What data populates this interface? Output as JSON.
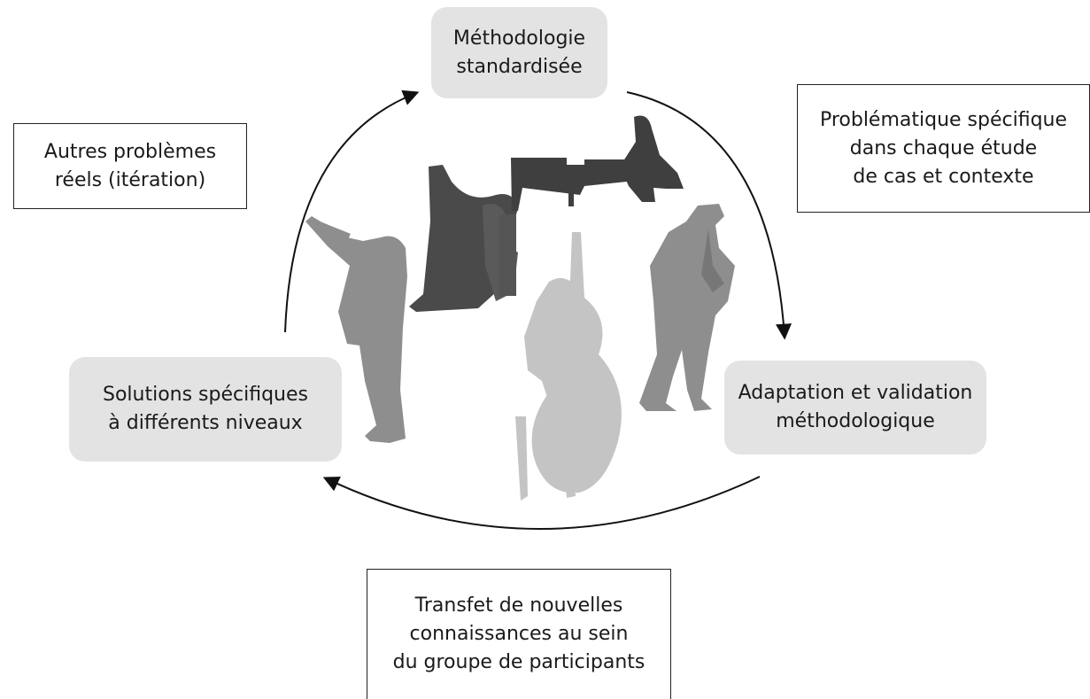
{
  "nodes": {
    "methodology": [
      "Méthodologie",
      "standardisée"
    ],
    "adaptation": [
      "Adaptation et validation",
      "méthodologique"
    ],
    "solutions": [
      "Solutions spécifiques",
      "à différents niveaux"
    ]
  },
  "annotations": {
    "problematic": [
      "Problématique spécifique",
      "dans chaque étude",
      "de cas et contexte"
    ],
    "transfer": [
      "Transfet de nouvelles",
      "connaissances au sein",
      "du groupe de participants"
    ],
    "iteration": [
      "Autres problèmes",
      "réels (itération)"
    ]
  },
  "illustration": {
    "musicians": [
      "harpist-silhouette",
      "pianist-silhouette",
      "trumpeter-silhouette",
      "saxophonist-silhouette",
      "double-bass-player-silhouette"
    ],
    "colors": {
      "dark": "#4a4a4a",
      "medium": "#8e8e8e",
      "light": "#c4c4c4"
    }
  },
  "colors": {
    "node_fill": "#e3e3e3",
    "arrow": "#111111"
  }
}
